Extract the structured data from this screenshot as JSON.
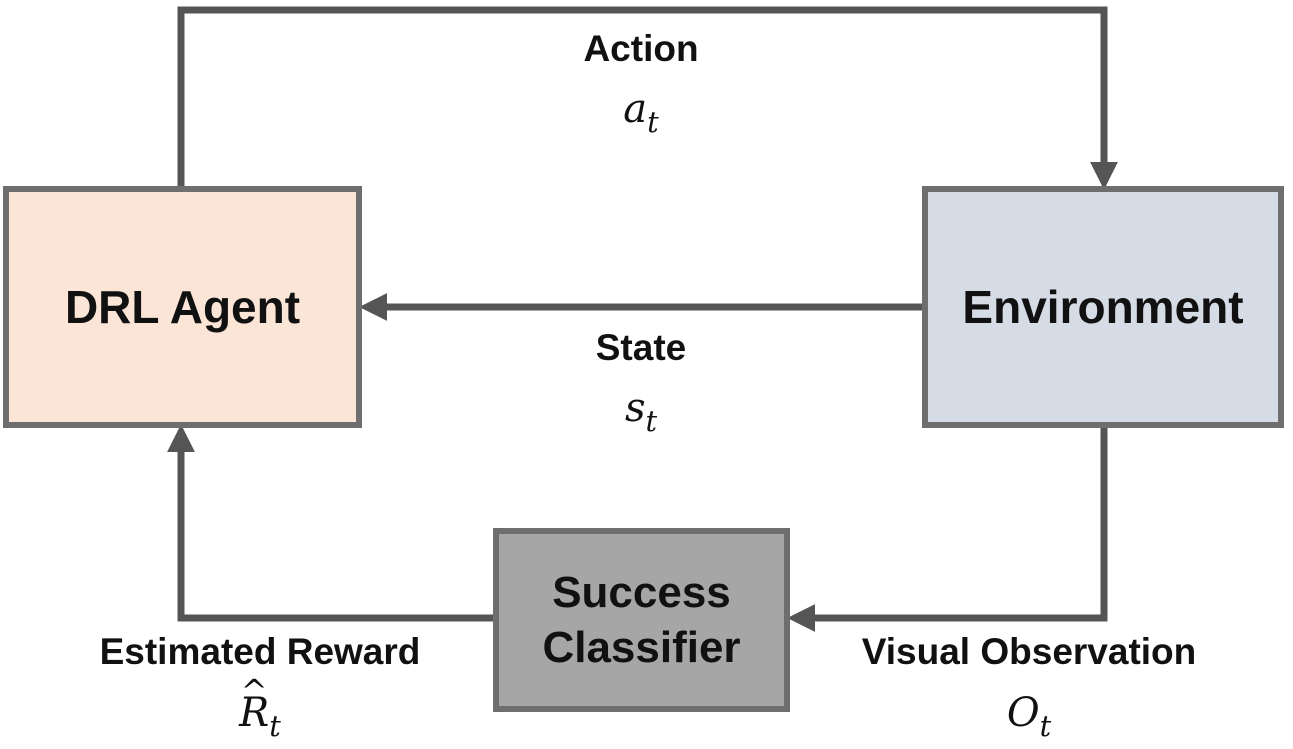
{
  "nodes": {
    "agent": {
      "label": "DRL Agent",
      "fill": "#fbe5d6"
    },
    "environment": {
      "label": "Environment",
      "fill": "#d6dce5"
    },
    "classifier": {
      "line1": "Success",
      "line2": "Classifier",
      "fill": "#a6a6a6"
    }
  },
  "edges": {
    "action": {
      "label": "Action",
      "symbol": "a",
      "subscript": "t"
    },
    "state": {
      "label": "State",
      "symbol": "s",
      "subscript": "t"
    },
    "observation": {
      "label": "Visual Observation",
      "symbol": "O",
      "subscript": "t"
    },
    "reward": {
      "label": "Estimated Reward",
      "symbol": "R",
      "hat": "^",
      "subscript": "t"
    }
  },
  "colors": {
    "border": "#6e6e6e",
    "arrow": "#555555"
  }
}
